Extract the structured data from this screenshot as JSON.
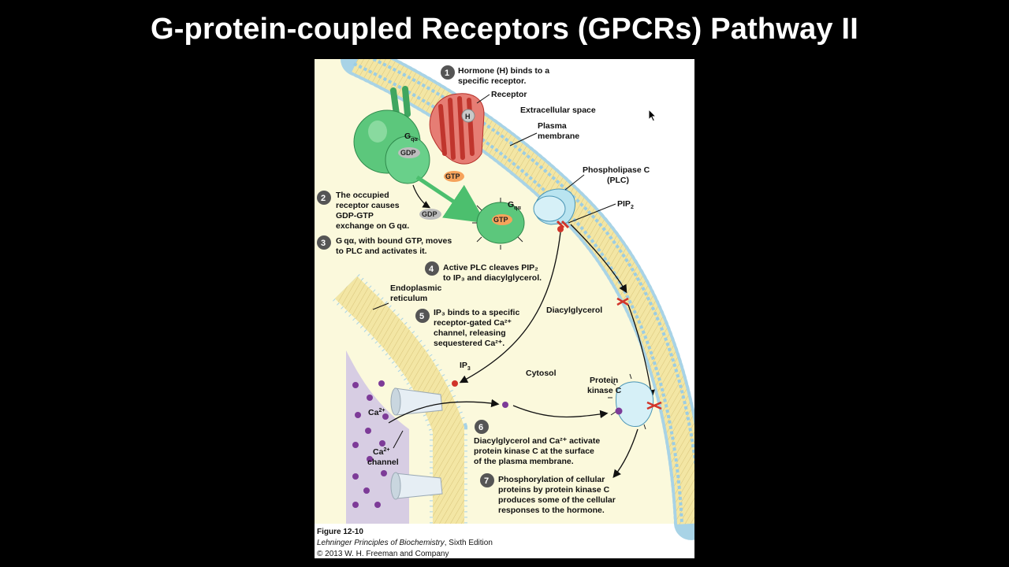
{
  "slide": {
    "title": "G-protein-coupled Receptors (GPCRs) Pathway II"
  },
  "labels": {
    "receptor": "Receptor",
    "h": "H",
    "extracellular": "Extracellular space",
    "plasma_1": "Plasma",
    "plasma_2": "membrane",
    "plc_1": "Phospholipase C",
    "plc_2": "(PLC)",
    "pip2": "PIP",
    "pip2_sub": "2",
    "gq": "G",
    "gq_sub": "qα",
    "gdp": "GDP",
    "gtp": "GTP",
    "er_1": "Endoplasmic",
    "er_2": "reticulum",
    "dag": "Diacylglycerol",
    "ip3": "IP",
    "ip3_sub": "3",
    "cytosol": "Cytosol",
    "pkc_1": "Protein",
    "pkc_2": "kinase C",
    "ca": "Ca",
    "ca_sup": "2+",
    "channel": "channel"
  },
  "steps": [
    {
      "num": "1",
      "lines": [
        "Hormone (H) binds to a",
        "specific receptor."
      ]
    },
    {
      "num": "2",
      "lines": [
        "The occupied",
        "receptor causes",
        "GDP-GTP",
        "exchange on G qα."
      ]
    },
    {
      "num": "3",
      "lines": [
        "G qα, with bound GTP, moves",
        "to PLC and activates it."
      ]
    },
    {
      "num": "4",
      "lines": [
        "Active PLC cleaves PIP₂",
        "to IP₃ and diacylglycerol."
      ]
    },
    {
      "num": "5",
      "lines": [
        "IP₃ binds to a specific",
        "receptor-gated Ca²⁺",
        "channel, releasing",
        "sequestered Ca²⁺."
      ]
    },
    {
      "num": "6",
      "lines": [
        "Diacylglycerol and Ca²⁺ activate",
        "protein kinase C at the surface",
        "of the plasma membrane."
      ]
    },
    {
      "num": "7",
      "lines": [
        "Phosphorylation of cellular",
        "proteins by protein kinase C",
        "produces some of the cellular",
        "responses to the hormone."
      ]
    }
  ],
  "caption": {
    "figure": "Figure 12-10",
    "book": "Lehninger Principles of Biochemistry",
    "edition": ", Sixth Edition",
    "copyright": "© 2013 W. H. Freeman and Company"
  },
  "colors": {
    "background": "#000000",
    "membrane": "#f3e6a4",
    "cytosol": "#fbf9dc",
    "lumen": "#cfc3df",
    "head": "#a8d3e6",
    "gprotein": "#5cc77c",
    "receptor": "#e0483e",
    "plc": "#b9e4f0",
    "gtp": "#f6a35b",
    "gdp": "#bdbdbd",
    "calcium": "#7d3b98"
  }
}
